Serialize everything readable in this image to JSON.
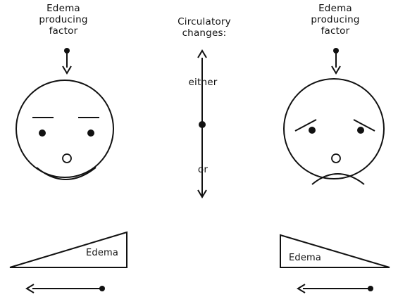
{
  "left_panel": {
    "factor_label_line1": "Edema",
    "factor_label_line2": "producing",
    "factor_label_line3": "factor",
    "face": "smiling-face",
    "wedge_label": "Edema"
  },
  "middle": {
    "title_line1": "Circulatory",
    "title_line2": "changes:",
    "upper_label": "either",
    "lower_label": "or"
  },
  "right_panel": {
    "factor_label_line1": "Edema",
    "factor_label_line2": "producing",
    "factor_label_line3": "factor",
    "face": "frowning-face",
    "wedge_label": "Edema"
  }
}
